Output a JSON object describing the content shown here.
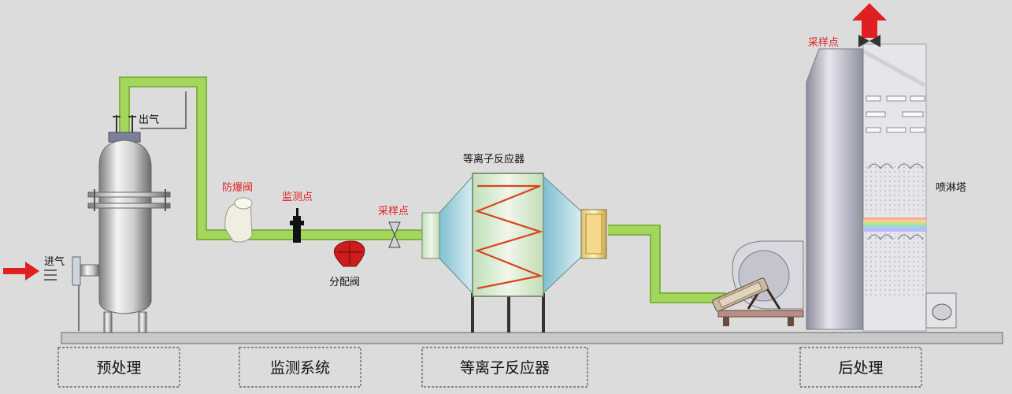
{
  "labels": {
    "outlet_gas": "出气",
    "inlet_gas": "进气",
    "explosion_valve": "防爆阀",
    "monitor_point": "监测点",
    "sampling_point_1": "采样点",
    "distribution_valve": "分配阀",
    "reactor_title": "等离子反应器",
    "spray_tower": "喷淋塔",
    "sampling_point_2": "采样点"
  },
  "sections": [
    {
      "label": "预处理"
    },
    {
      "label": "监测系统"
    },
    {
      "label": "等离子反应器"
    },
    {
      "label": "后处理"
    }
  ],
  "colors": {
    "pipe": "#a4d65e",
    "pipe_edge": "#7fb43c",
    "arrow_red": "#e02020",
    "label_red": "#e02020",
    "background": "#dcdcdc",
    "coil": "#d9431f"
  }
}
